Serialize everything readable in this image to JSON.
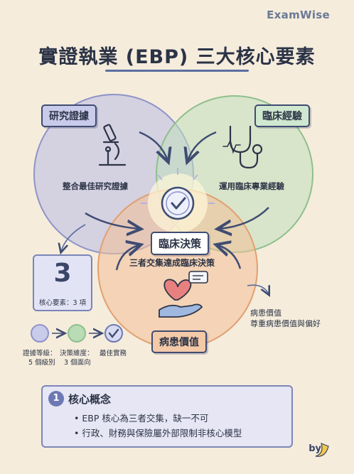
{
  "brand": "ExamWise",
  "title": "實證執業 (EBP) 三大核心要素",
  "circles": {
    "research": {
      "tag": "研究證據",
      "label": "整合最佳研究證據"
    },
    "clinical": {
      "tag": "臨床經驗",
      "label": "運用臨床專業經驗"
    },
    "patient": {
      "tag": "病患價值",
      "label_line1": "病患價值",
      "label_line2": "尊重病患價值與偏好"
    }
  },
  "center": {
    "tag": "臨床決策",
    "label": "三者交集達成臨床決策"
  },
  "count": {
    "number": "3",
    "label": "核心要素：3 項"
  },
  "steps": [
    {
      "line1": "證據等級：",
      "line2": "5 個級別"
    },
    {
      "line1": "決策維度：",
      "line2": "3 個面向"
    },
    {
      "line1": "最佳實務",
      "line2": ""
    }
  ],
  "concept": {
    "number": "1",
    "title": "核心概念",
    "bullets": [
      "• EBP 核心為三者交集，缺一不可",
      "• 行政、財務與保險屬外部限制非核心模型"
    ]
  },
  "signature": "by",
  "colors": {
    "research": "#b8bce6",
    "clinical": "#bfe0bd",
    "patient": "#f2bf98",
    "accent": "#5a6ea0",
    "background": "#f5ecdc"
  },
  "icons": [
    "microscope-icon",
    "stethoscope-icon",
    "checkmark-icon",
    "heart-hand-icon",
    "banana-icon"
  ]
}
